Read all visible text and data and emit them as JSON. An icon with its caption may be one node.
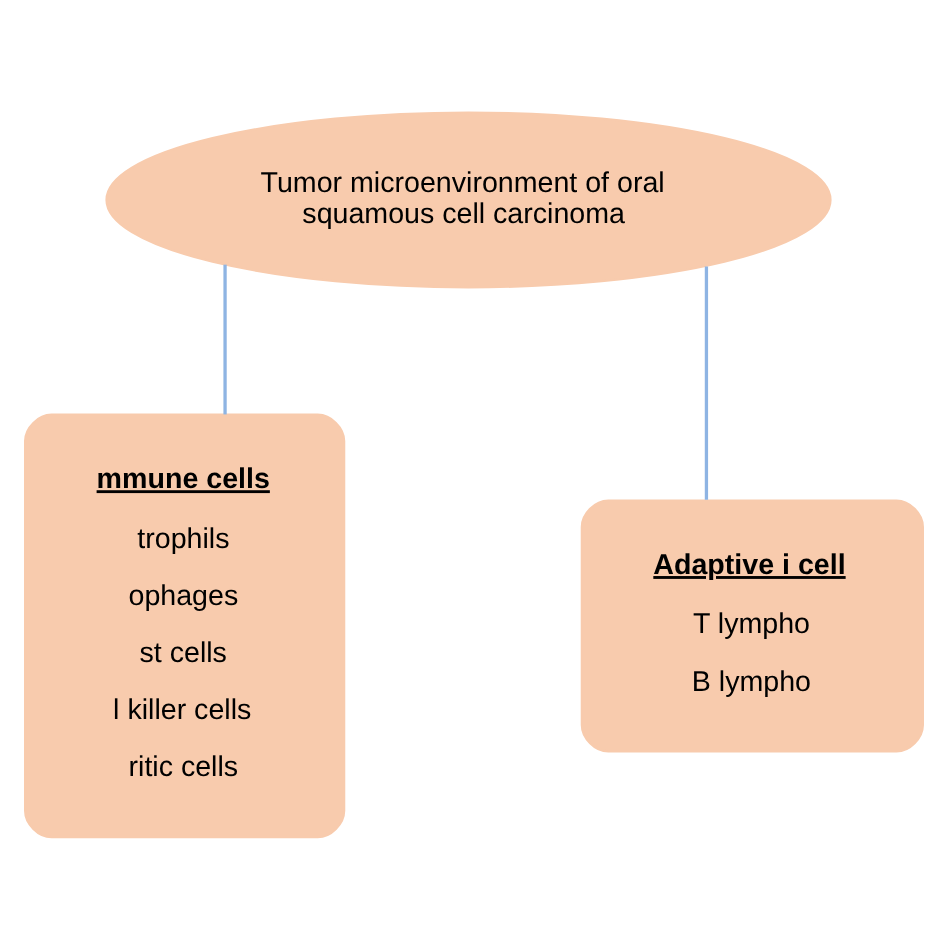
{
  "diagram": {
    "nodes": [
      {
        "text": [
          "Tumor microenvironment of oral squamous cell carcinoma"
        ]
      },
      {
        "text": [
          "mmune cells",
          "trophils",
          "ophages",
          "st cells",
          "l killer cells",
          "ritic cells"
        ]
      },
      {
        "text": [
          "Adaptive i cell",
          "T lympho",
          "B lympho"
        ]
      }
    ],
    "edges": [
      {
        "from": 0,
        "to": 1,
        "arrow": "none"
      },
      {
        "from": 0,
        "to": 2,
        "arrow": "none"
      }
    ]
  }
}
